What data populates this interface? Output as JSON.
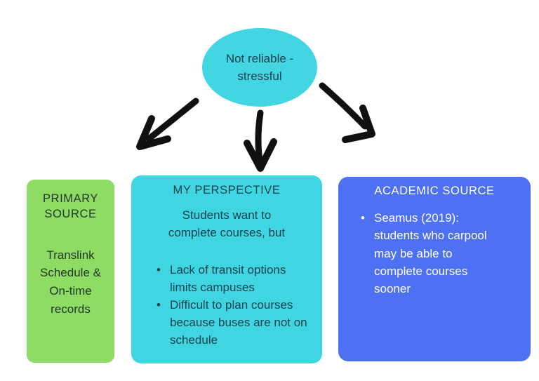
{
  "colors": {
    "background": "#ffffff",
    "bubble_fill": "#41d6e2",
    "green_fill": "#8edc63",
    "cyan_fill": "#3fd6e2",
    "blue_fill": "#4e70f3",
    "arrow_color": "#101010",
    "dark_text": "#173f4d",
    "green_text": "#23372a",
    "white_text": "#ffffff"
  },
  "bubble": {
    "text": "Not reliable -\nstressful"
  },
  "primary_box": {
    "title": "PRIMARY\nSOURCE",
    "body": "Translink\nSchedule &\nOn-time\nrecords"
  },
  "perspective_box": {
    "title": "MY PERSPECTIVE",
    "intro": "Students want to\ncomplete courses, but",
    "bullets": [
      "Lack of transit options limits campuses",
      "Difficult to plan courses because buses are not on schedule"
    ]
  },
  "academic_box": {
    "title": "ACADEMIC SOURCE",
    "bullets": [
      "Seamus (2019): students who carpool may be able to complete courses sooner"
    ]
  }
}
